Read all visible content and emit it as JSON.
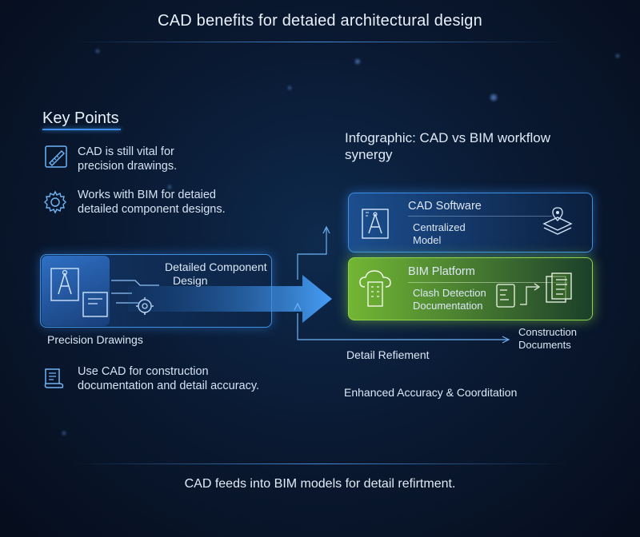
{
  "title": "CAD benefits for detaied architectural design",
  "key_points": {
    "heading": "Key Points",
    "items": [
      {
        "icon": "ruler-pencil-icon",
        "text_line1": "CAD is still vital for",
        "text_line2": "precision drawings."
      },
      {
        "icon": "gear-icon",
        "text_line1": "Works with BIM for detaied",
        "text_line2": "detailed component designs."
      },
      {
        "icon": "document-scroll-icon",
        "text_line1": "Use CAD for construction",
        "text_line2": "documentation and detail accuracy."
      }
    ]
  },
  "left_card": {
    "label_line1": "Detailed Component",
    "label_line2": "Design",
    "caption": "Precision Drawings"
  },
  "infographic": {
    "title_line1": "Infographic: CAD vs BIM workflow",
    "title_line2": "synergy",
    "cad_card": {
      "title": "CAD Software",
      "sub_line1": "Centralized",
      "sub_line2": "Model"
    },
    "bim_card": {
      "title": "BIM Platform",
      "sub_line1": "Clash Detection",
      "sub_line2": "Documentation"
    },
    "detail_label": "Detail Refiement",
    "construction_line1": "Construction",
    "construction_line2": "Documents",
    "enhanced_label": "Enhanced Accuracy & Coorditation"
  },
  "footer": "CAD feeds into BIM models for detail refirtment.",
  "colors": {
    "accent_blue": "#3d8fe3",
    "bim_green": "#8fd44a",
    "background": "#0a1a33"
  }
}
